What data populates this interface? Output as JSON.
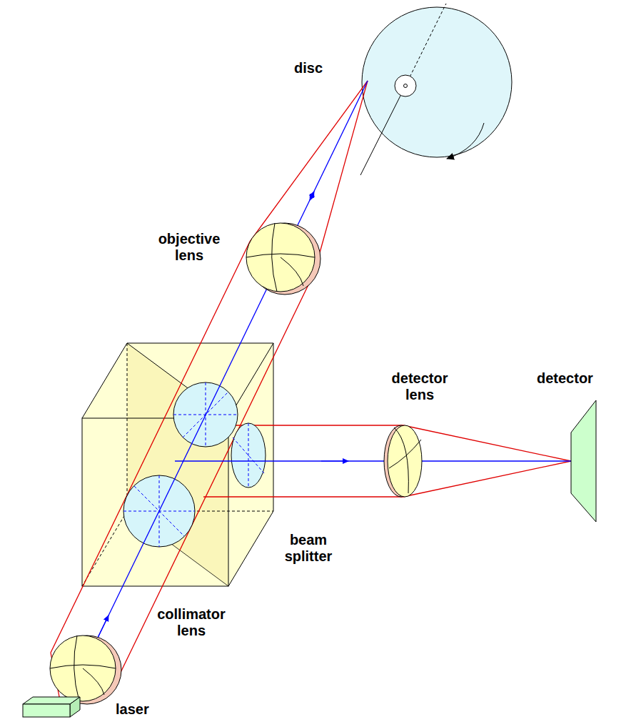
{
  "diagram": {
    "labels": [
      "disc",
      "objective lens",
      "detector lens",
      "detector",
      "beam splitter",
      "collimator lens",
      "laser"
    ]
  }
}
